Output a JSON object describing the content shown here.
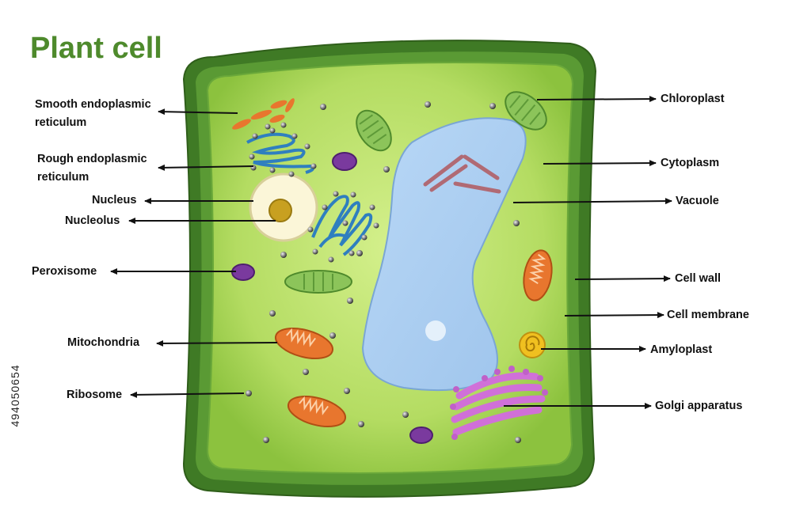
{
  "title": "Plant cell",
  "stock_id": "494050654",
  "labels": {
    "smooth_er_1": "Smooth endoplasmic",
    "smooth_er_2": "reticulum",
    "rough_er_1": "Rough endoplasmic",
    "rough_er_2": "reticulum",
    "nucleus": "Nucleus",
    "nucleolus": "Nucleolus",
    "peroxisome": "Peroxisome",
    "mitochondria": "Mitochondria",
    "ribosome": "Ribosome",
    "chloroplast": "Chloroplast",
    "cytoplasm": "Cytoplasm",
    "vacuole": "Vacuole",
    "cell_wall": "Cell wall",
    "cell_membrane": "Cell membrane",
    "amyloplast": "Amyloplast",
    "golgi": "Golgi apparatus"
  },
  "colors": {
    "title": "#4e8a2c",
    "cell_wall": "#3f7a25",
    "cytoplasm": "#b8e06a",
    "vacuole": "#a9cdf0",
    "mitochondria": "#e8762e",
    "chloroplast": "#8cc45a",
    "peroxisome": "#7a3a9e",
    "golgi": "#d070d8",
    "er": "#2f7fbf",
    "amyloplast": "#f0c020",
    "nucleus": "#fbf6d8"
  }
}
